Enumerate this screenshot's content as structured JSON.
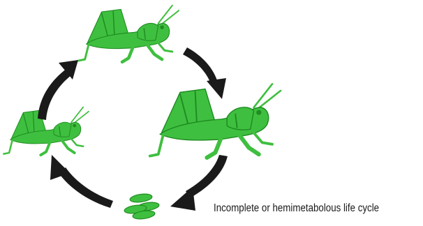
{
  "caption": "Incomplete or hemimetabolous life cycle",
  "stages": [
    "adult-top",
    "adult-right",
    "eggs",
    "nymph-left"
  ],
  "colors": {
    "grasshopper": "#3fbf3f",
    "grasshopper_outline": "#1e8c22",
    "arrows": "#1a1a1a",
    "background": "#ffffff"
  }
}
